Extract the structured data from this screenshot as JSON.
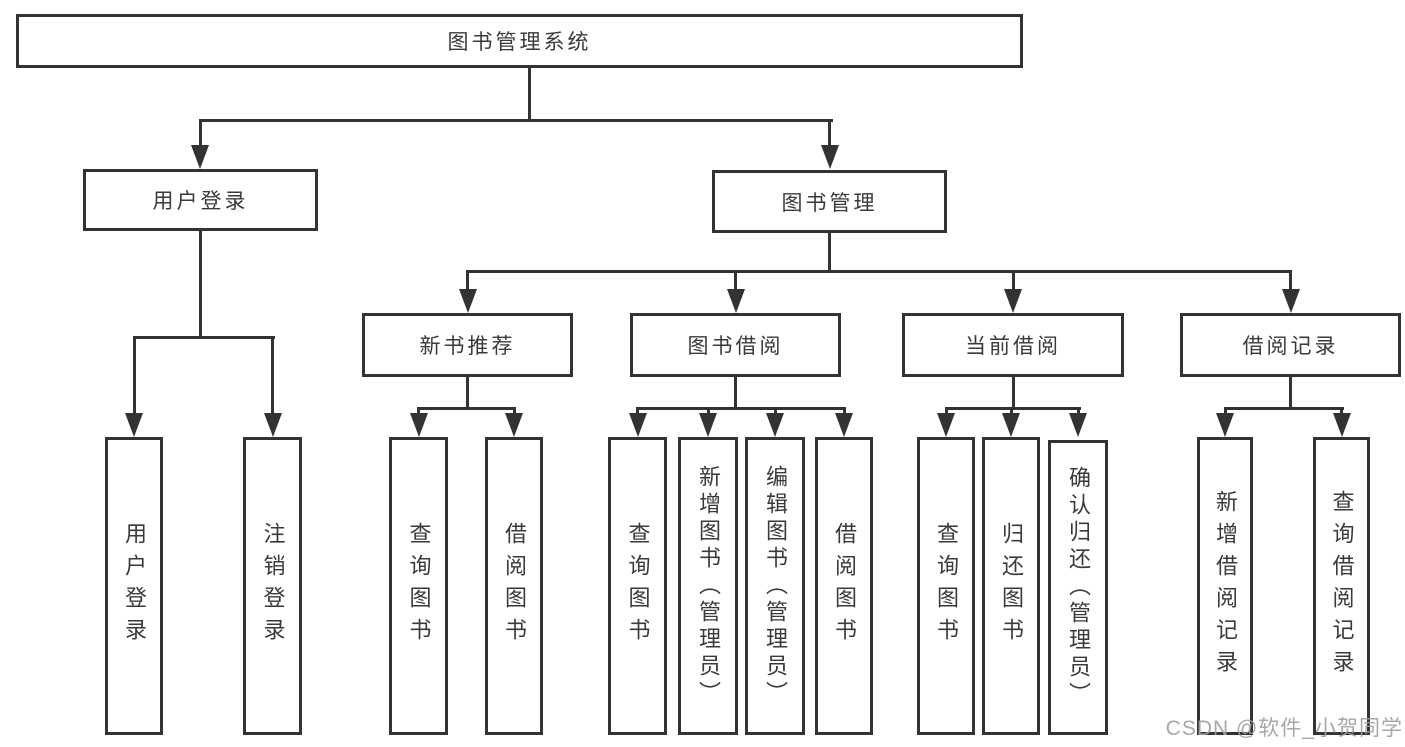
{
  "diagram": {
    "title": "图书管理系统",
    "root": {
      "label": "图书管理系统"
    },
    "branches": [
      {
        "label": "用户登录",
        "children": [
          "用户登录",
          "注销登录"
        ]
      },
      {
        "label": "图书管理",
        "children": [
          {
            "label": "新书推荐",
            "children": [
              "查询图书",
              "借阅图书"
            ]
          },
          {
            "label": "图书借阅",
            "children": [
              "查询图书",
              "新增图书（管理员）",
              "编辑图书（管理员）",
              "借阅图书"
            ]
          },
          {
            "label": "当前借阅",
            "children": [
              "查询图书",
              "归还图书",
              "确认归还（管理员）"
            ]
          },
          {
            "label": "借阅记录",
            "children": [
              "新增借阅记录",
              "查询借阅记录"
            ]
          }
        ]
      }
    ],
    "colors": {
      "line": "#333333",
      "text": "#3a3a3a",
      "background": "#ffffff",
      "watermark": "#a0a0a0"
    },
    "watermark": "CSDN @软件_小贺同学"
  }
}
